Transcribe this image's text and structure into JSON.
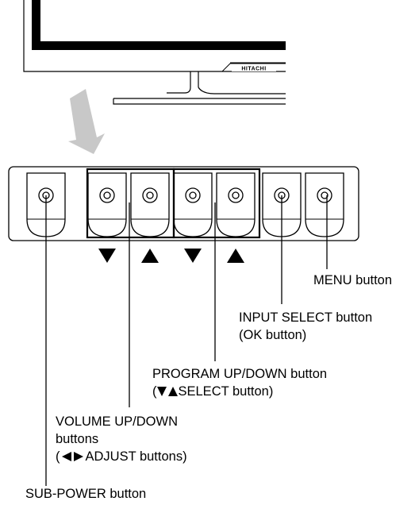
{
  "tv": {
    "brand": "HITACHI"
  },
  "panel": {
    "buttons": [
      {
        "id": "sub-power",
        "name": "sub-power-button"
      },
      {
        "id": "volume-down",
        "name": "volume-down-button",
        "arrow": "down"
      },
      {
        "id": "volume-up",
        "name": "volume-up-button",
        "arrow": "up"
      },
      {
        "id": "program-down",
        "name": "program-down-button",
        "arrow": "down"
      },
      {
        "id": "program-up",
        "name": "program-up-button",
        "arrow": "up"
      },
      {
        "id": "input-select",
        "name": "input-select-button"
      },
      {
        "id": "menu",
        "name": "menu-button"
      }
    ]
  },
  "labels": {
    "menu": "MENU button",
    "input_select_line1": "INPUT SELECT button",
    "input_select_line2": "(OK button)",
    "program_line1": "PROGRAM UP/DOWN button",
    "program_line2_open": "(",
    "program_line2_text": "SELECT button)",
    "volume_line1": "VOLUME UP/DOWN",
    "volume_line2": "buttons",
    "volume_line3_open": "(",
    "volume_line3_text": "ADJUST buttons)",
    "sub_power": "SUB-POWER button"
  },
  "icons": {
    "down_arrow": "down-triangle-icon",
    "up_arrow": "up-triangle-icon",
    "left_arrow": "left-triangle-icon",
    "right_arrow": "right-triangle-icon",
    "pointer": "grey-pointer-arrow-icon"
  },
  "colors": {
    "line": "#000000",
    "pointer_arrow": "#c8c8c8"
  }
}
